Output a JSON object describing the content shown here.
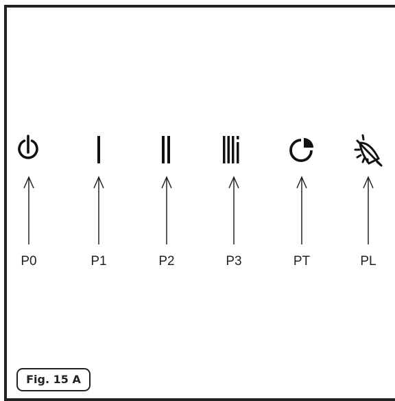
{
  "figure": {
    "caption": "Fig. 15 A",
    "items": [
      {
        "label": "P0",
        "icon": "power-icon"
      },
      {
        "label": "P1",
        "icon": "single-bar-icon"
      },
      {
        "label": "P2",
        "icon": "double-bar-icon"
      },
      {
        "label": "P3",
        "icon": "triple-bar-plus-icon"
      },
      {
        "label": "PT",
        "icon": "timer-pie-icon"
      },
      {
        "label": "PL",
        "icon": "light-off-icon"
      }
    ]
  }
}
